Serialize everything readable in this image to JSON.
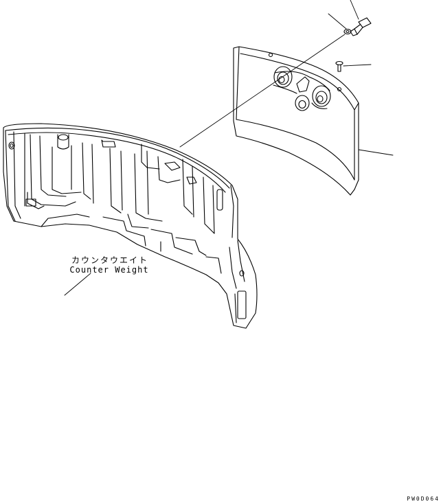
{
  "parts": {
    "counterweight_label_jp": "カウンタウエイト",
    "counterweight_label_en": "Counter Weight"
  },
  "drawing_code": "PW0D064",
  "colors": {
    "line": "#000000",
    "background": "#ffffff"
  }
}
